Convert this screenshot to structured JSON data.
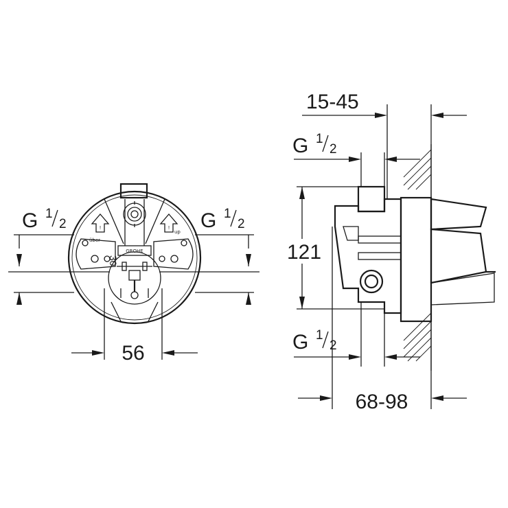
{
  "front_view": {
    "thread_left": {
      "base": "G",
      "num": "1",
      "den": "2"
    },
    "thread_right": {
      "base": "G",
      "num": "1",
      "den": "2"
    },
    "spacing": "56",
    "angle": "30",
    "brand": "GROHE",
    "label_left": "über",
    "label_right": "up"
  },
  "side_view": {
    "depth_top": "15-45",
    "thread_top": {
      "base": "G",
      "num": "1",
      "den": "2"
    },
    "height": "121",
    "thread_bottom": {
      "base": "G",
      "num": "1",
      "den": "2"
    },
    "depth_bottom": "68-98"
  }
}
